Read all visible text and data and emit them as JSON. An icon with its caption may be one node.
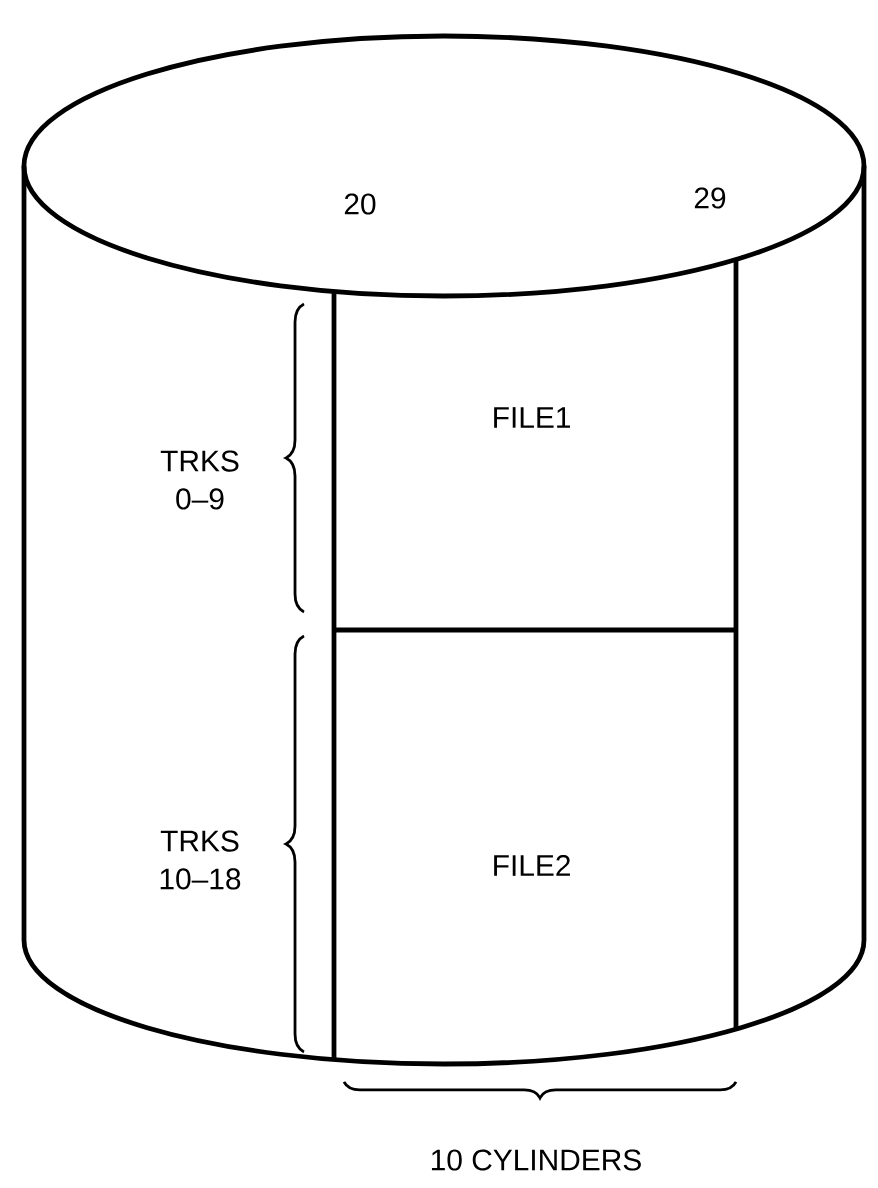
{
  "diagram": {
    "nodes": [
      {
        "text": [],
        "shape": "cylinder"
      },
      {
        "text": [
          "FILE1"
        ],
        "in": 0
      },
      {
        "text": [
          "FILE2"
        ],
        "in": 0
      }
    ],
    "edges": [],
    "labels": [
      "20",
      "29",
      "TRKS 0–9",
      "TRKS 10–18",
      "10 CYLINDERS"
    ]
  }
}
